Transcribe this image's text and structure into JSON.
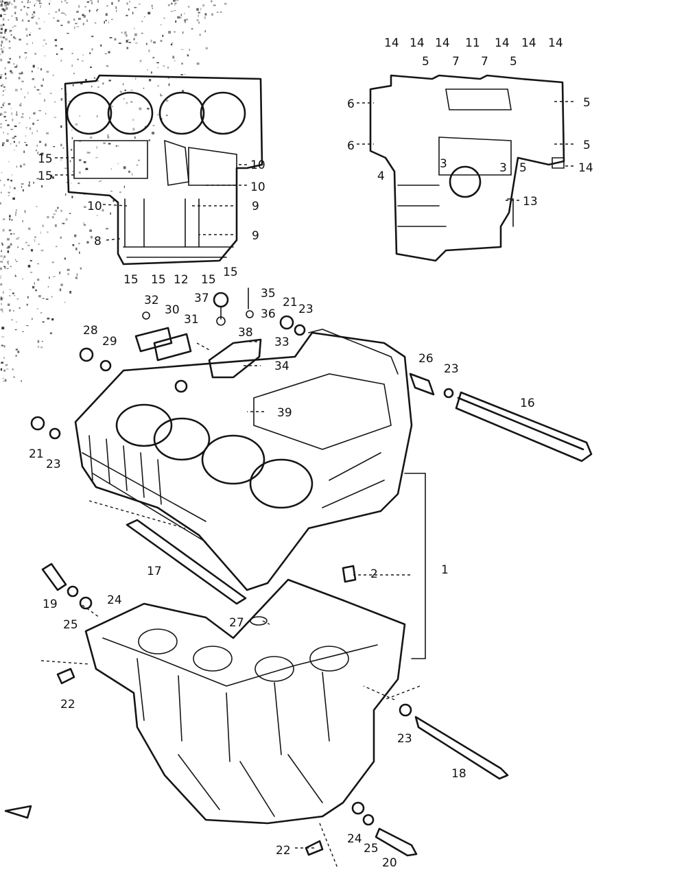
{
  "diagram": {
    "upper_left_view_labels": [
      "15",
      "15",
      "10",
      "10",
      "10",
      "9",
      "9",
      "8",
      "15",
      "15",
      "12",
      "15",
      "15"
    ],
    "upper_right_view_labels": [
      "14",
      "14",
      "14",
      "11",
      "14",
      "14",
      "14",
      "5",
      "7",
      "7",
      "5",
      "6",
      "5",
      "6",
      "5",
      "4",
      "3",
      "3",
      "5",
      "14",
      "13"
    ],
    "main_labels": {
      "l32": "32",
      "l30": "30",
      "l31": "31",
      "l37": "37",
      "l35": "35",
      "l36": "36",
      "l21a": "21",
      "l23a": "23",
      "l38": "38",
      "l33": "33",
      "l34": "34",
      "l28": "28",
      "l29": "29",
      "l26": "26",
      "l23b": "23",
      "l16": "16",
      "l21b": "21",
      "l23c": "23",
      "l39": "39",
      "l1": "1",
      "l17": "17",
      "l2": "2",
      "l19": "19",
      "l24a": "24",
      "l25a": "25",
      "l27": "27",
      "l22a": "22",
      "l23d": "23",
      "l18": "18",
      "l24b": "24",
      "l25b": "25",
      "l22b": "22",
      "l20": "20"
    }
  }
}
